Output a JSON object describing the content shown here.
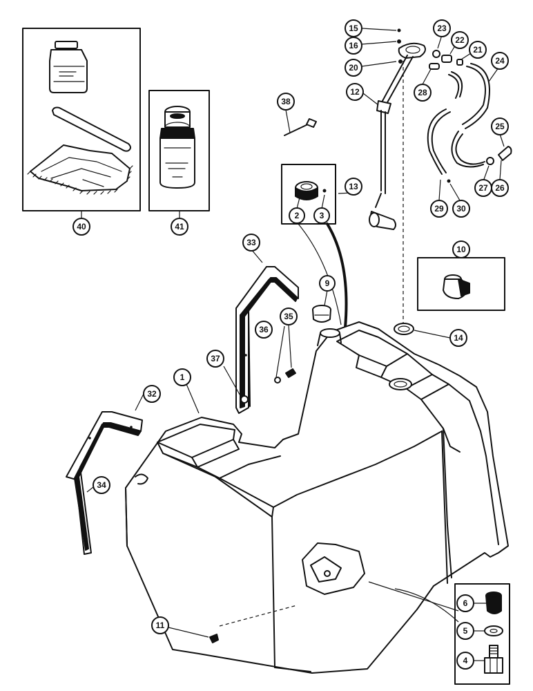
{
  "diagram": {
    "callouts": [
      {
        "id": "c15",
        "label": "15"
      },
      {
        "id": "c16",
        "label": "16"
      },
      {
        "id": "c20",
        "label": "20"
      },
      {
        "id": "c23",
        "label": "23"
      },
      {
        "id": "c22",
        "label": "22"
      },
      {
        "id": "c21",
        "label": "21"
      },
      {
        "id": "c24",
        "label": "24"
      },
      {
        "id": "c28",
        "label": "28"
      },
      {
        "id": "c12",
        "label": "12"
      },
      {
        "id": "c38",
        "label": "38"
      },
      {
        "id": "c25",
        "label": "25"
      },
      {
        "id": "c2",
        "label": "2"
      },
      {
        "id": "c3",
        "label": "3"
      },
      {
        "id": "c13",
        "label": "13"
      },
      {
        "id": "c29",
        "label": "29"
      },
      {
        "id": "c30",
        "label": "30"
      },
      {
        "id": "c27",
        "label": "27"
      },
      {
        "id": "c26",
        "label": "26"
      },
      {
        "id": "c40",
        "label": "40"
      },
      {
        "id": "c41",
        "label": "41"
      },
      {
        "id": "c33",
        "label": "33"
      },
      {
        "id": "c10",
        "label": "10"
      },
      {
        "id": "c9",
        "label": "9"
      },
      {
        "id": "c36",
        "label": "36"
      },
      {
        "id": "c35",
        "label": "35"
      },
      {
        "id": "c14",
        "label": "14"
      },
      {
        "id": "c37",
        "label": "37"
      },
      {
        "id": "c1",
        "label": "1"
      },
      {
        "id": "c32",
        "label": "32"
      },
      {
        "id": "c34",
        "label": "34"
      },
      {
        "id": "c6",
        "label": "6"
      },
      {
        "id": "c5",
        "label": "5"
      },
      {
        "id": "c11",
        "label": "11"
      },
      {
        "id": "c4",
        "label": "4"
      }
    ]
  }
}
